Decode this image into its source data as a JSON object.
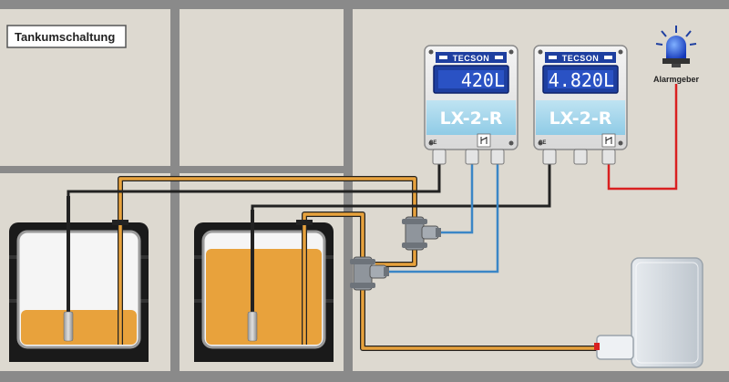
{
  "diagram": {
    "title": "Tankumschaltung",
    "brand": "TECSON",
    "devices": [
      {
        "model": "LX-2-R",
        "display_value": "420L"
      },
      {
        "model": "LX-2-R",
        "display_value": "4.820L"
      }
    ],
    "alarm_label": "Alarmgeber",
    "colors": {
      "background": "#ddd9d0",
      "wall": "#8a8a8a",
      "oil": "#e8a23c",
      "pipe_orange": "#e8a23c",
      "pipe_black": "#222222",
      "signal_blue": "#3a86c6",
      "alarm_red": "#d92020",
      "lcd_blue": "#1e3fa0"
    },
    "icons": [
      "tank-icon",
      "level-probe-icon",
      "three-way-valve-icon",
      "siren-icon",
      "burner-icon"
    ]
  }
}
